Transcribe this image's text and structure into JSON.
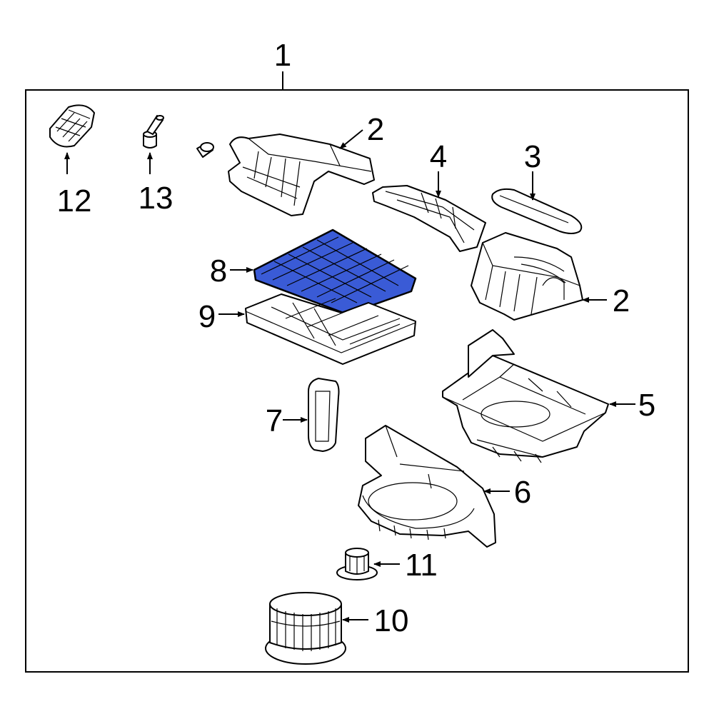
{
  "diagram": {
    "callouts": {
      "c1": "1",
      "c2a": "2",
      "c2b": "2",
      "c3": "3",
      "c4": "4",
      "c5": "5",
      "c6": "6",
      "c7": "7",
      "c8": "8",
      "c9": "9",
      "c10": "10",
      "c11": "11",
      "c12": "12",
      "c13": "13"
    },
    "colors": {
      "highlight": "#3a5bd6",
      "outline": "#000000",
      "background": "#ffffff"
    }
  }
}
